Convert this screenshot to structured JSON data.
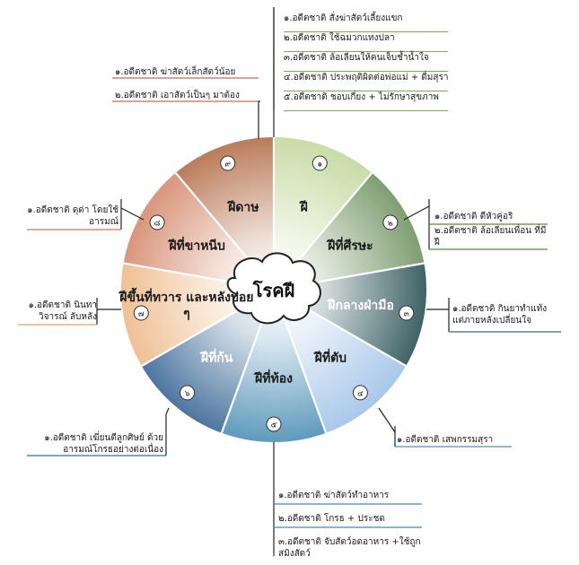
{
  "center_label": "โรคฝี",
  "sectors": [
    {
      "num": "๑",
      "label": "ฝี",
      "color": "#c9dca6"
    },
    {
      "num": "๒",
      "label": "ฝีที่ศีรษะ",
      "color": "#7f9e71"
    },
    {
      "num": "๓",
      "label": "ฝีกลางฝ่ามือ",
      "color": "#3f6367"
    },
    {
      "num": "๔",
      "label": "ฝีที่ตับ",
      "color": "#a9c8ea"
    },
    {
      "num": "๕",
      "label": "ฝีที่ท้อง",
      "color": "#5f9bbd"
    },
    {
      "num": "๖",
      "label": "ฝีที่ก้น",
      "color": "#4d76a0"
    },
    {
      "num": "๗",
      "label": "ฝีขึ้นที่ทวาร และหลังบ่อย ๆ",
      "color": "#f0c195"
    },
    {
      "num": "๘",
      "label": "ฝีที่ขาหนีบ",
      "color": "#d9967c"
    },
    {
      "num": "๙",
      "label": "ฝีดาษ",
      "color": "#bb7c5a"
    }
  ],
  "callouts": {
    "c1": [
      "๑.อดีตชาติ สั่งฆ่าสัตว์เลี้ยงแขก",
      "๒.อดีตชาติ ใช้ฉมวกแทงปลา",
      "๓.อดีตชาติ ล้อเลียนให้คนเจ็บช้ำน้ำใจ",
      "๔.อดีตชาติ ประพฤติผิดต่อพ่อแม่ + ดื่มสุรา",
      "๕.อดีตชาติ ชอบเกี่ยง + ไม่รักษาสุขภาพ"
    ],
    "c2": [
      "๑.อดีตชาติ ตีหัวคู่อริ",
      "๒.อดีตชาติ ล้อเลียนเพื่อน ที่มีฝี"
    ],
    "c3": [
      "๑.อดีตชาติ กินยาทำแท้ง แต่ภายหลังเปลี่ยนใจ"
    ],
    "c4": [
      "๑.อดีตชาติ เสพกรรมสุรา"
    ],
    "c5": [
      "๑.อดีตชาติ ฆ่าสัตว์ทำอาหาร",
      "๒.อดีตชาติ โกรธ + ประชด",
      "๓.อดีตชาติ จับสัตว์อดอาหาร +ใช้ถูกสมิงสัตว์"
    ],
    "c6": [
      "๑.อดีตชาติ เฆี่ยนตีลูกศิษย์ ด้วยอารมณ์โกรธอย่างต่อเนื่อง"
    ],
    "c7": [
      "๑.อดีตชาติ นินทา วิจารณ์ ลับหลัง"
    ],
    "c8": [
      "๑.อดีตชาติ ดุด่า โดยใช้อารมณ์"
    ],
    "c9": [
      "๑.อดีตชาติ ฆ่าสัตว์เล็กสัตว์น้อย",
      "๒.อดีตชาติ เอาสัตว์เป็นๆ มาต้อง"
    ]
  }
}
